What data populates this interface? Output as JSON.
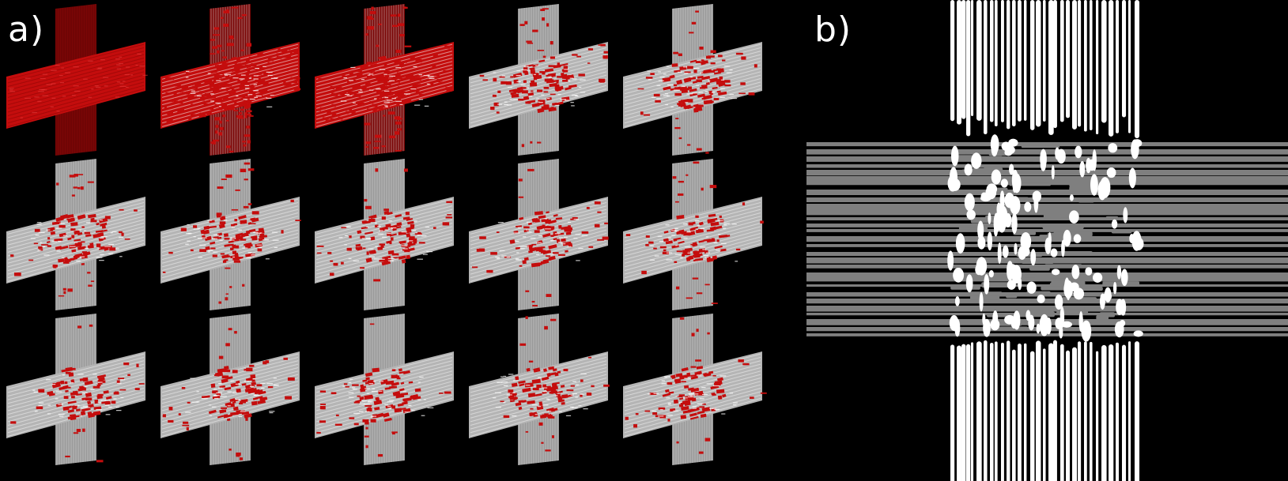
{
  "figure": {
    "panel_a_label": "a)",
    "panel_b_label": "b)"
  },
  "panel_a": {
    "rows": 3,
    "columns": 5,
    "red_coverage": [
      [
        1.0,
        0.85,
        0.55,
        0.3,
        0.25
      ],
      [
        0.22,
        0.22,
        0.2,
        0.2,
        0.18
      ],
      [
        0.16,
        0.16,
        0.15,
        0.15,
        0.14
      ]
    ]
  },
  "colors": {
    "background": "#000000",
    "label": "#ffffff",
    "red_phase": "#c40d0d",
    "red_phase_dark": "#7a0606",
    "gray_phase": "#9a9a9a",
    "white_phase": "#ffffff",
    "mid_gray": "#7f7f7f"
  }
}
